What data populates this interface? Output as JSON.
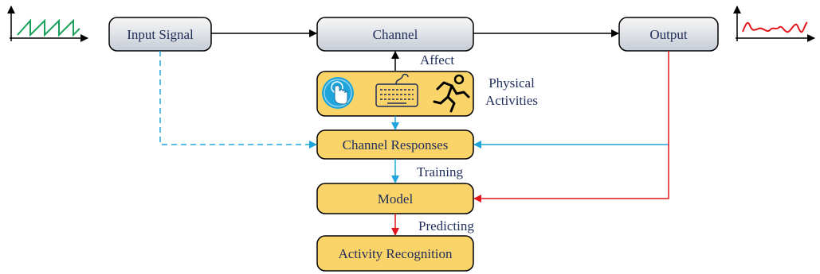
{
  "nodes": {
    "input_signal": "Input Signal",
    "channel": "Channel",
    "output": "Output",
    "channel_responses": "Channel Responses",
    "model": "Model",
    "activity_recognition": "Activity Recognition"
  },
  "edge_labels": {
    "affect": "Affect",
    "training": "Training",
    "predicting": "Predicting"
  },
  "activities_label": {
    "line1": "Physical",
    "line2": "Activities"
  },
  "icons": [
    "touch-icon",
    "keyboard-icon",
    "running-person-icon",
    "sawtooth-wave-icon",
    "noisy-wave-icon"
  ],
  "colors": {
    "gray_box_top": "#f4f4f4",
    "gray_box_bottom": "#c9cfd9",
    "yellow_box": "#fbd469",
    "text_navy": "#1f2d5a",
    "arrow_black": "#000000",
    "arrow_blue": "#1fa5dc",
    "arrow_red": "#e0161b",
    "wave_green": "#1aa05a",
    "wave_red": "#e0161b"
  }
}
